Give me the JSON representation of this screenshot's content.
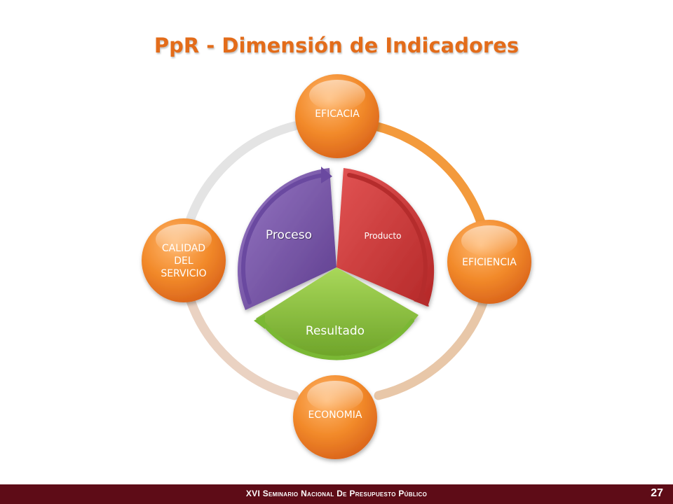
{
  "title": "PpR - Dimensión de Indicadores",
  "outer_nodes": {
    "eficacia": "EFICACIA",
    "eficiencia": "EFICIENCIA",
    "economia": "ECONOMIA",
    "calidad_line1": "CALIDAD",
    "calidad_line2": "DEL",
    "calidad_line3": "SERVICIO"
  },
  "inner_segments": {
    "proceso": "Proceso",
    "producto": "Producto",
    "resultado": "Resultado"
  },
  "footer": {
    "text": "XVI Seminario Nacional De Presupuesto Público",
    "page_number": "27"
  },
  "colors": {
    "title": "#e36c1a",
    "node_orange": "#f08a2c",
    "proceso": "#7b56a8",
    "producto": "#d13b3b",
    "resultado": "#8cc43c",
    "footer_bg": "#5e0c17"
  }
}
